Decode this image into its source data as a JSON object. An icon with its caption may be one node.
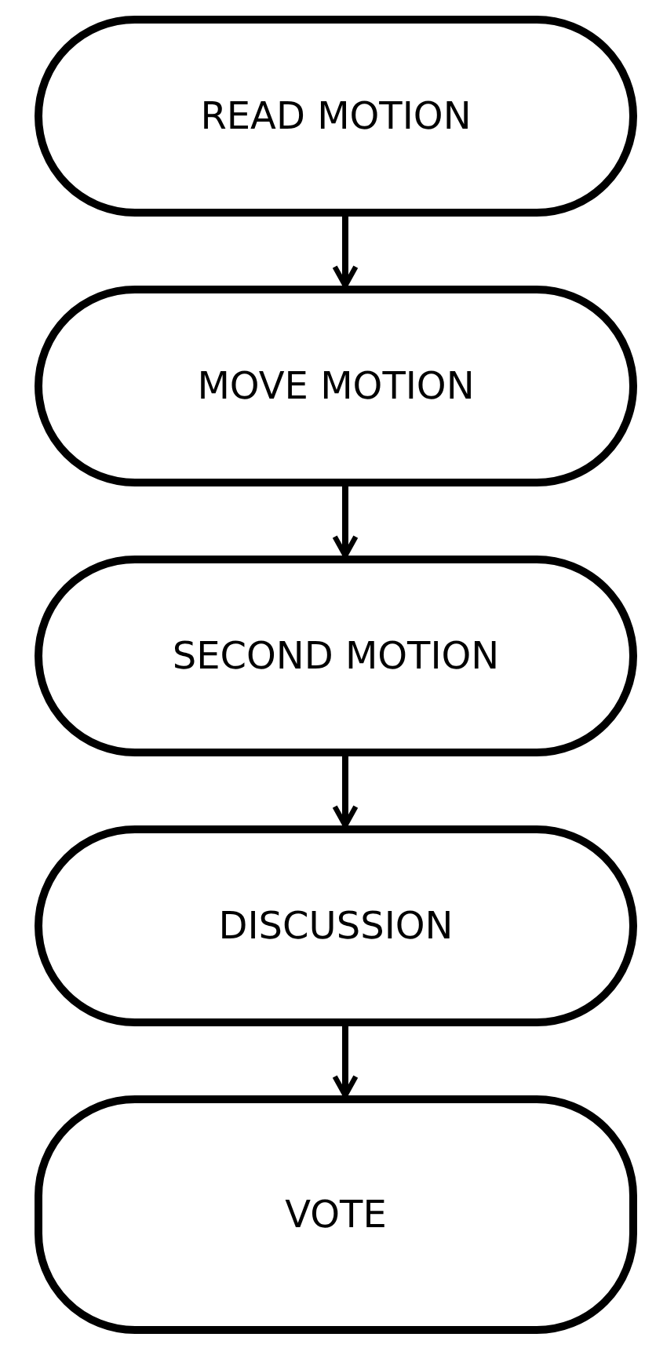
{
  "diagram": {
    "nodes": [
      {
        "text": [
          "READ MOTION"
        ]
      },
      {
        "text": [
          "MOVE MOTION"
        ]
      },
      {
        "text": [
          "SECOND MOTION"
        ]
      },
      {
        "text": [
          "DISCUSSION"
        ]
      },
      {
        "text": [
          "VOTE"
        ]
      }
    ],
    "edges": [
      {
        "from": 0,
        "to": 1,
        "arrow": "to"
      },
      {
        "from": 1,
        "to": 2,
        "arrow": "to"
      },
      {
        "from": 2,
        "to": 3,
        "arrow": "to"
      },
      {
        "from": 3,
        "to": 4,
        "arrow": "to"
      }
    ]
  }
}
